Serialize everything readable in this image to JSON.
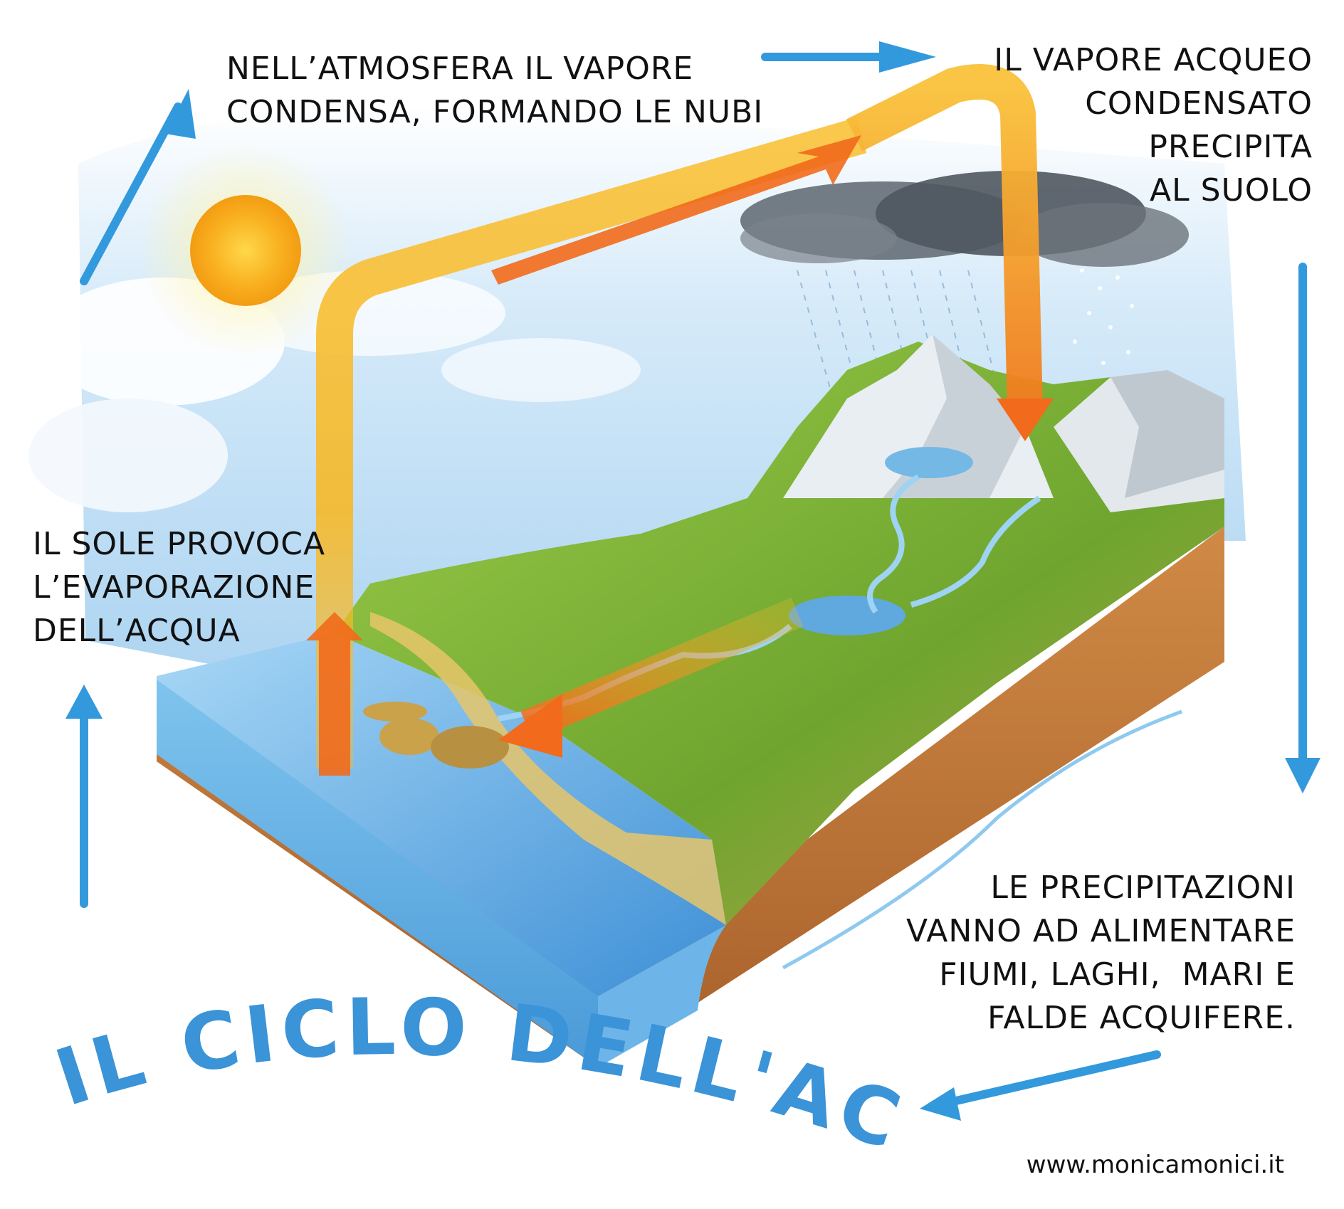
{
  "title": "IL CICLO DELL'ACQUA",
  "captions": {
    "atmosphere": [
      "NELL’ATMOSFERA IL VAPORE",
      "CONDENSA, FORMANDO LE NUBI"
    ],
    "condensed": [
      "IL VAPORE ACQUEO",
      "CONDENSATO",
      "PRECIPITA",
      "AL SUOLO"
    ],
    "sun": [
      "IL SOLE PROVOCA",
      "L’EVAPORAZIONE",
      "DELL’ACQUA"
    ],
    "precipitation": [
      "LE PRECIPITAZIONI",
      "VANNO AD ALIMENTARE",
      "FIUMI, LAGHI,  MARI E",
      "FALDE ACQUIFERE."
    ]
  },
  "website": "www.monicamonici.it",
  "colors": {
    "title_blue": "#3b93d8",
    "cycle_arrow_blue": "#3399dd",
    "flow_yellow": "#f7b928",
    "flow_orange": "#f26a1b",
    "sea": "#5aa9e3",
    "land_green": "#7fb034",
    "soil": "#c97a3a",
    "sky": "#bfe0f5",
    "cloud_gray": "#5d6670",
    "snow": "#f1f4f6"
  },
  "icons": [
    "sun-icon",
    "cloud-icon",
    "rain-icon",
    "mountain-icon",
    "lake-icon",
    "river-icon",
    "island-icon"
  ]
}
